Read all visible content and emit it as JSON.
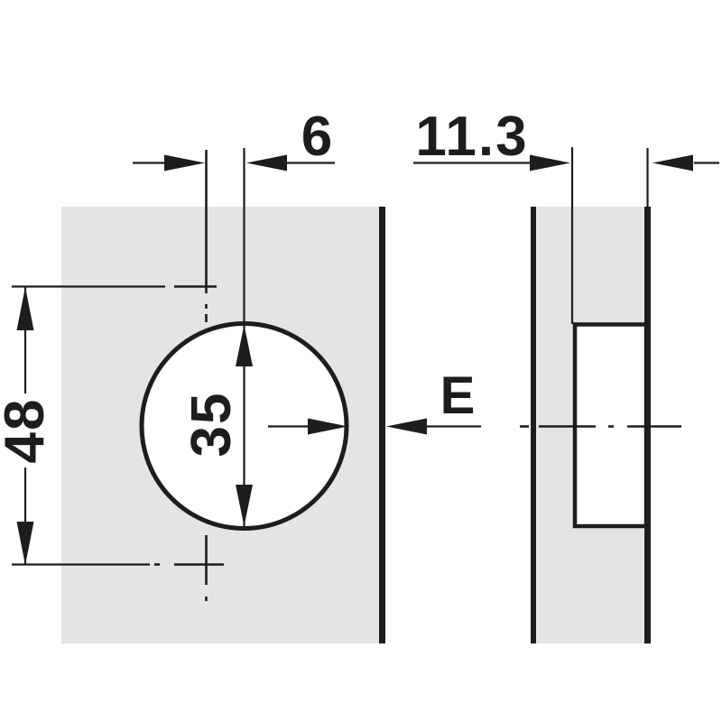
{
  "dimensions": {
    "screw_hole_offset": "6",
    "drilling_distance": "11.3",
    "hole_spacing": "48",
    "cup_diameter": "35",
    "edge_distance": "E"
  },
  "colors": {
    "panel_fill": "#e3e4e5",
    "line": "#1d1d1b",
    "background": "#ffffff"
  }
}
